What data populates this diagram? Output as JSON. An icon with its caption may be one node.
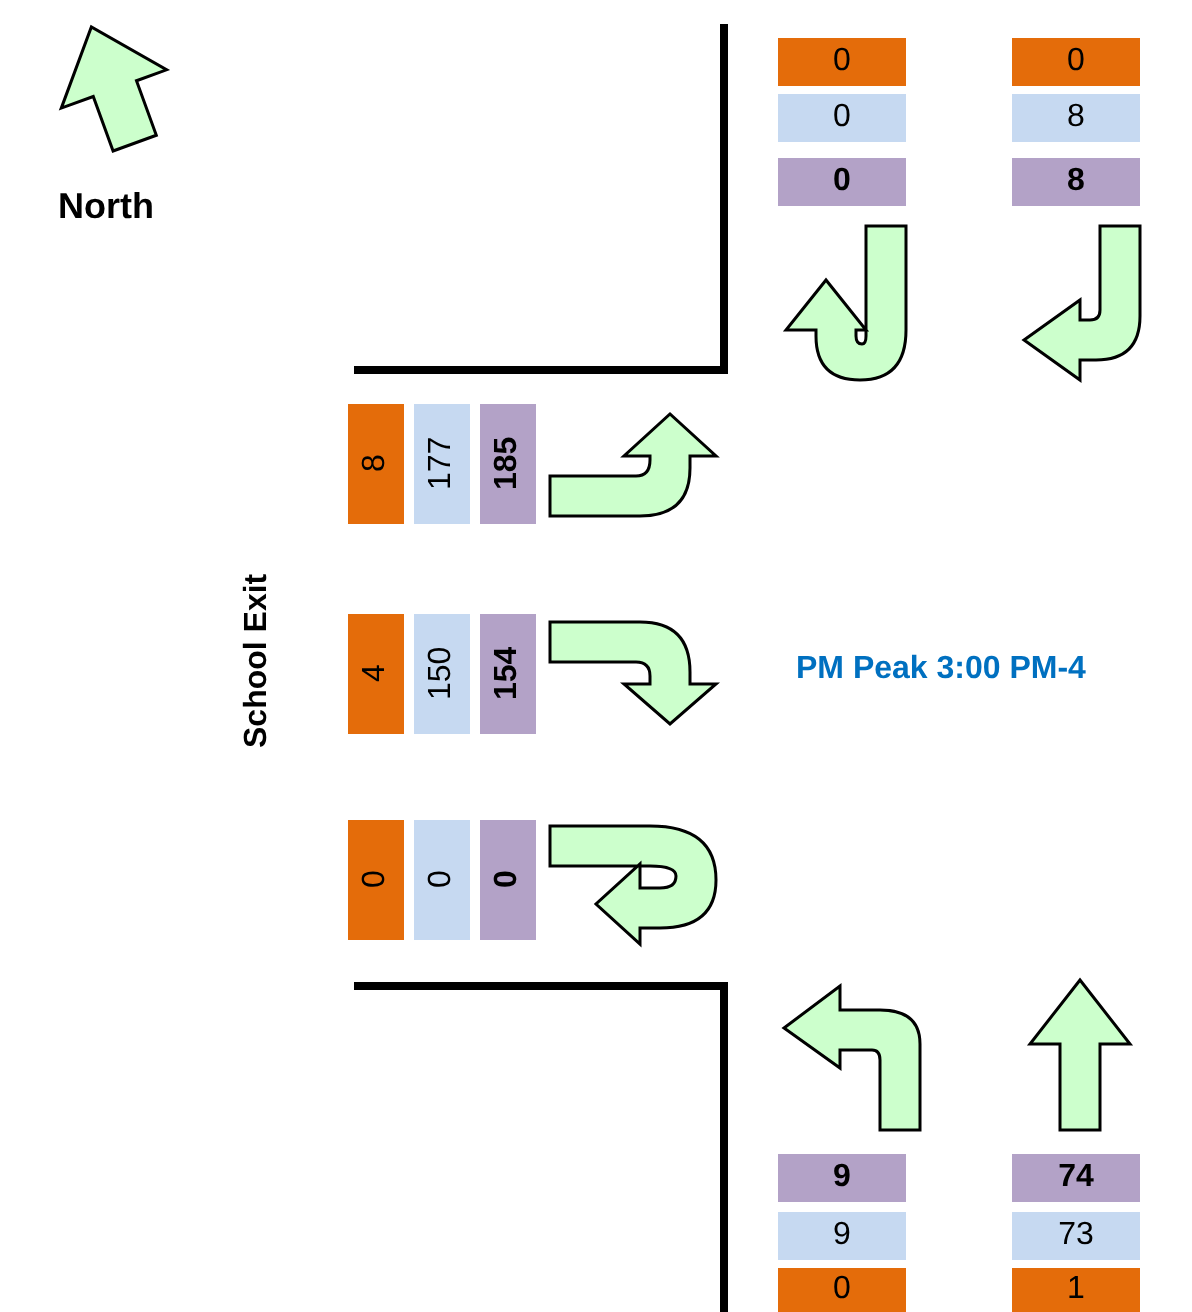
{
  "diagram": {
    "labels": [
      "North",
      "0",
      "0",
      "0",
      "8",
      "0",
      "8",
      "8",
      "177",
      "185",
      "School Exit",
      "4",
      "150",
      "154",
      "PM Peak 3:00 PM-4",
      "0",
      "0",
      "0",
      "9",
      "74",
      "9",
      "73",
      "0",
      "1"
    ]
  }
}
